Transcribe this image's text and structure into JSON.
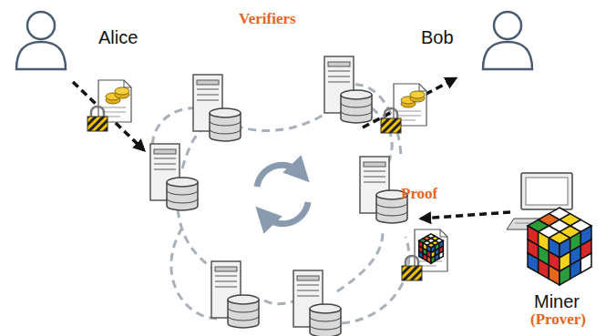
{
  "diagram": {
    "labels": [
      "Alice",
      "Verifiers",
      "Bob",
      "Proof",
      "Miner",
      "(Prover)"
    ]
  }
}
